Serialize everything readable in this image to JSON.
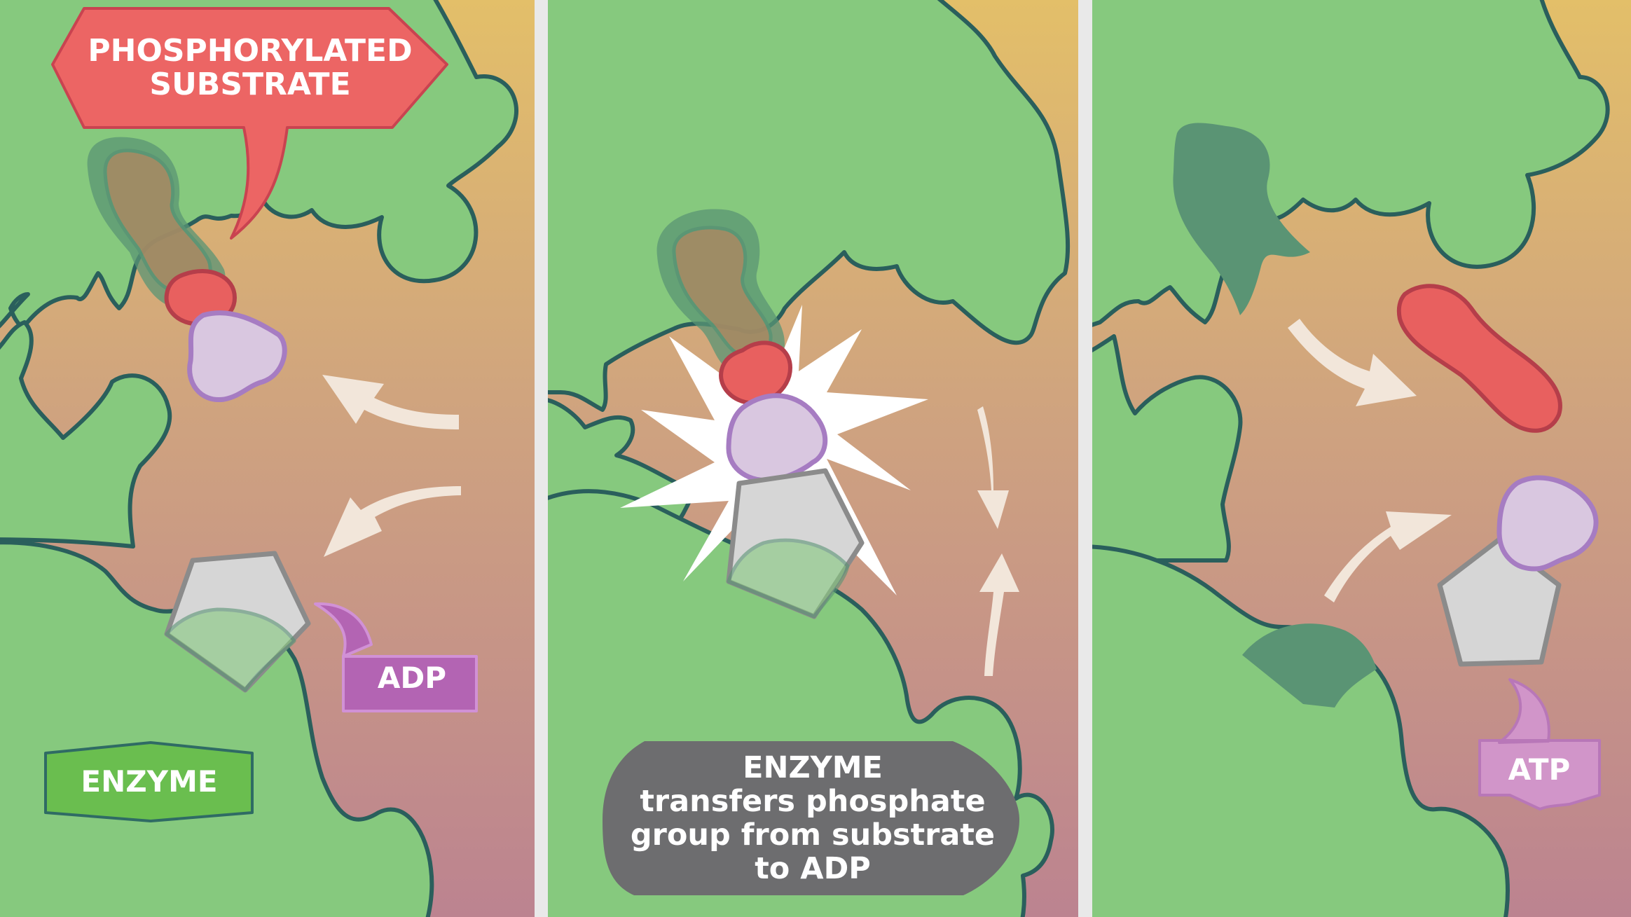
{
  "colors": {
    "background_top": "#e3bf69",
    "background_mid": "#cfa37f",
    "background_bottom": "#bc8390",
    "divider": "#e9e9e9",
    "enzyme_fill": "#86c97e",
    "enzyme_outline": "#2a5f5c",
    "enzyme_dark": "#5a9474",
    "substrate_brown": "#a98963",
    "phosphate_red": "#e8605f",
    "phosphate_red_outline": "#b53e4a",
    "lilac": "#d9c7e0",
    "lilac_outline": "#a67cc2",
    "pentagon_fill": "#d6d6d6",
    "pentagon_outline": "#8b8b8b",
    "arrow": "#f2e6da",
    "label_red": "#ec6564",
    "label_red_outline": "#c94350",
    "label_purple": "#b364b3",
    "label_purple_outline": "#d191d6",
    "label_pink": "#d195c9",
    "label_pink_outline": "#b877b8",
    "label_green": "#6abe4f",
    "label_green_outline": "#2f6b64",
    "label_gray": "#6d6d6f",
    "label_text": "#ffffff"
  },
  "panels": [
    {
      "labels": {
        "phosphorylated_substrate": [
          "PHOSPHORYLATED",
          "SUBSTRATE"
        ],
        "adp": "ADP",
        "enzyme": "ENZYME"
      }
    },
    {
      "labels": {
        "caption": [
          "ENZYME",
          "transfers phosphate",
          "group from substrate",
          "to ADP"
        ]
      }
    },
    {
      "labels": {
        "atp": "ATP"
      }
    }
  ]
}
